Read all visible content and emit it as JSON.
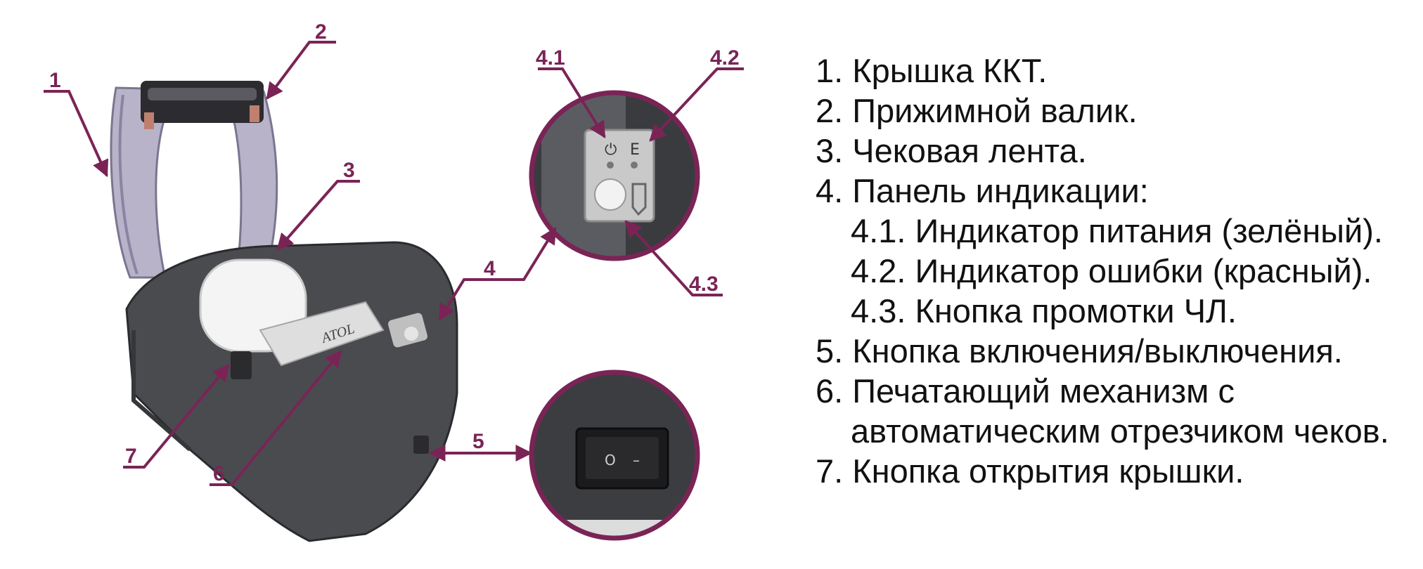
{
  "callouts": {
    "c1": "1",
    "c2": "2",
    "c3": "3",
    "c4": "4",
    "c4_1": "4.1",
    "c4_2": "4.2",
    "c4_3": "4.3",
    "c5": "5",
    "c6": "6",
    "c7": "7"
  },
  "device": {
    "logo_text": "ATOL",
    "indicator_labels": [
      "⏻",
      "E"
    ],
    "switch_marks": [
      "O",
      "–"
    ]
  },
  "legend": [
    "1. Крышка ККТ.",
    "2. Прижимной валик.",
    "3. Чековая лента.",
    "4. Панель индикации:",
    "4.1. Индикатор питания (зелёный).",
    "4.2. Индикатор ошибки (красный).",
    "4.3. Кнопка промотки ЧЛ.",
    "5. Кнопка включения/выключения.",
    "6. Печатающий механизм с",
    "автоматическим отрезчиком чеков.",
    "7. Кнопка открытия крышки."
  ],
  "colors": {
    "accent": "#7a2456",
    "printer_body": "#4a4b4f",
    "lid": "#b7b2c6",
    "text": "#111111"
  }
}
